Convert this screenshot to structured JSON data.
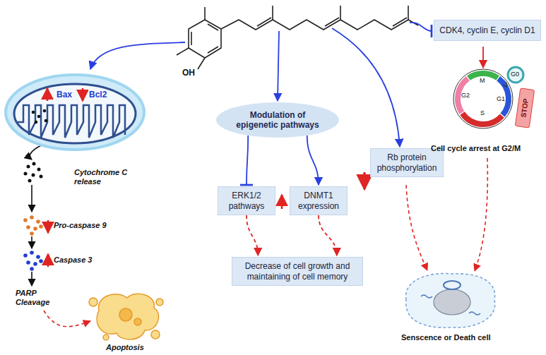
{
  "diagram": {
    "nodes": [
      {
        "text": [
          "Bax",
          "Bcl2"
        ]
      },
      {
        "text": [
          "CDK4, cyclin E, cyclin D1"
        ]
      },
      {
        "text": [
          "Modulation of epigenetic pathways"
        ]
      },
      {
        "text": [
          "Rb protein phosphorylation"
        ]
      },
      {
        "text": [
          "ERK1/2 pathways"
        ]
      },
      {
        "text": [
          "DNMT1 expression"
        ]
      },
      {
        "text": [
          "Decrease of cell growth and maintaining of cell memory"
        ]
      }
    ],
    "edges": [
      {
        "from": 2,
        "to": 4,
        "arrow": "to"
      },
      {
        "from": 2,
        "to": 5,
        "arrow": "to"
      },
      {
        "from": 4,
        "to": 6,
        "arrow": "to"
      },
      {
        "from": 5,
        "to": 6,
        "arrow": "to"
      }
    ],
    "labels": [
      "OH",
      "Cytochrome C release",
      "Pro-caspase 9",
      "Caspase 3",
      "PARP Cleavage",
      "Apoptosis",
      "M",
      "G2",
      "S",
      "G1",
      "G0",
      "STOP",
      "Cell cycle arrest at G2/M",
      "Senscence or Death cell"
    ]
  }
}
